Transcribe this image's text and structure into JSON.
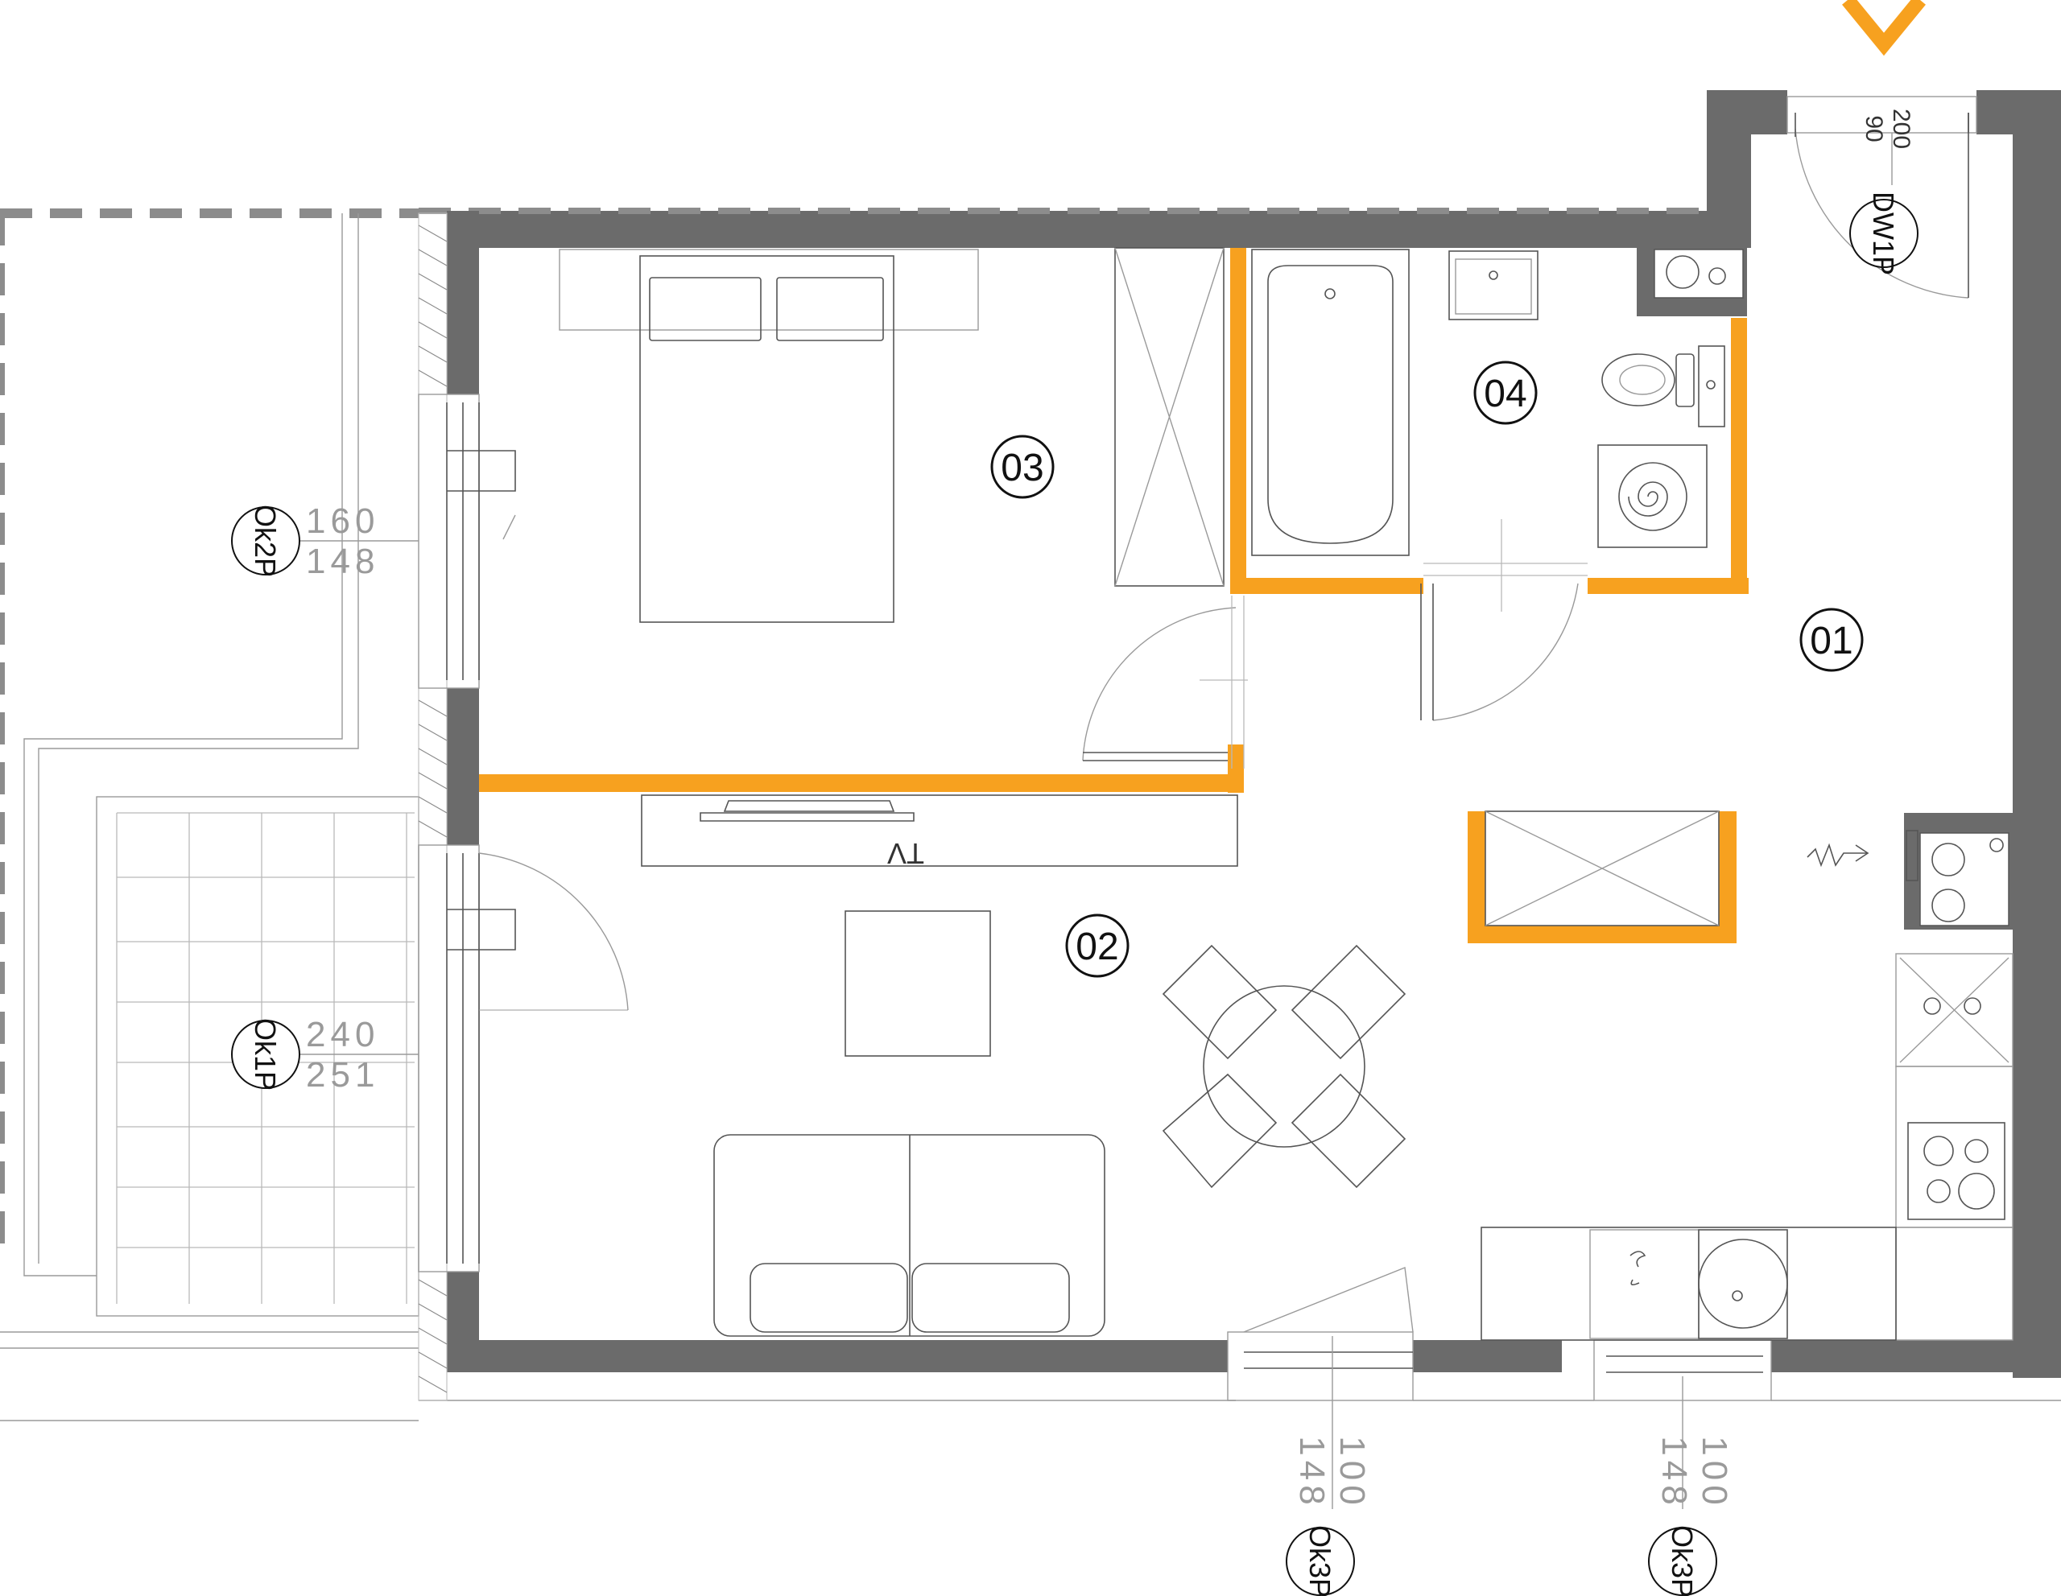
{
  "rooms": [
    {
      "id": "r01",
      "number": "01"
    },
    {
      "id": "r02",
      "number": "02"
    },
    {
      "id": "r03",
      "number": "03"
    },
    {
      "id": "r04",
      "number": "04"
    }
  ],
  "furniture": {
    "tv_label": "TV"
  },
  "openings": {
    "door": {
      "tag": "DW1P",
      "dim_top": "200",
      "dim_bottom": "90"
    },
    "window_2": {
      "tag": "Ok2P",
      "dim_top": "160",
      "dim_bottom": "148"
    },
    "window_1": {
      "tag": "Ok1P",
      "dim_top": "240",
      "dim_bottom": "251"
    },
    "window_3a": {
      "tag": "Ok3P",
      "dim_top": "100",
      "dim_bottom": "148"
    },
    "window_3b": {
      "tag": "Ok3P",
      "dim_top": "100",
      "dim_bottom": "148"
    }
  },
  "colors": {
    "walls": "#6b6b6b",
    "partitions": "#f7a11f",
    "entrance_arrow": "#f7a11f"
  },
  "icons": [
    "entrance-arrow-icon",
    "bathtub-icon",
    "toilet-icon",
    "washing-machine-icon",
    "sink-icon",
    "stove-icon",
    "radiator-icon"
  ]
}
